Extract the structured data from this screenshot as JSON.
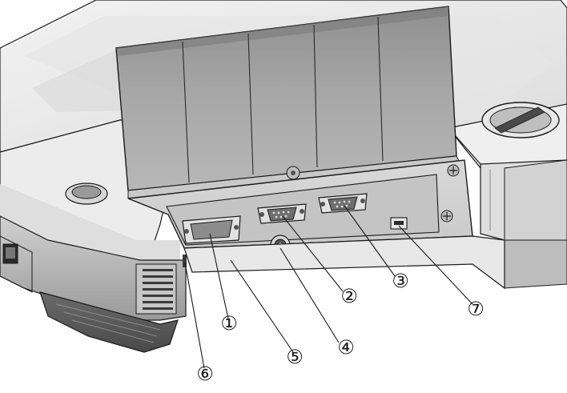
{
  "callouts": [
    {
      "id": "1",
      "label": "①"
    },
    {
      "id": "2",
      "label": "②"
    },
    {
      "id": "3",
      "label": "③"
    },
    {
      "id": "4",
      "label": "④"
    },
    {
      "id": "5",
      "label": "⑤"
    },
    {
      "id": "6",
      "label": "⑥"
    },
    {
      "id": "7",
      "label": "⑦"
    }
  ],
  "colors": {
    "body_light": "#ececec",
    "body_mid": "#bdbdbd",
    "body_dark": "#5a5a5a",
    "panel": "#d4d4d4",
    "panel_inner": "#c2c2c2",
    "cover": "#a9a9a9",
    "outline": "#1a1a1a"
  },
  "icons": [
    "dsub-connector-icon",
    "round-jack-icon",
    "usb-port-icon",
    "screw-icon",
    "vent-icon",
    "rj-port-icon",
    "knob-icon"
  ]
}
